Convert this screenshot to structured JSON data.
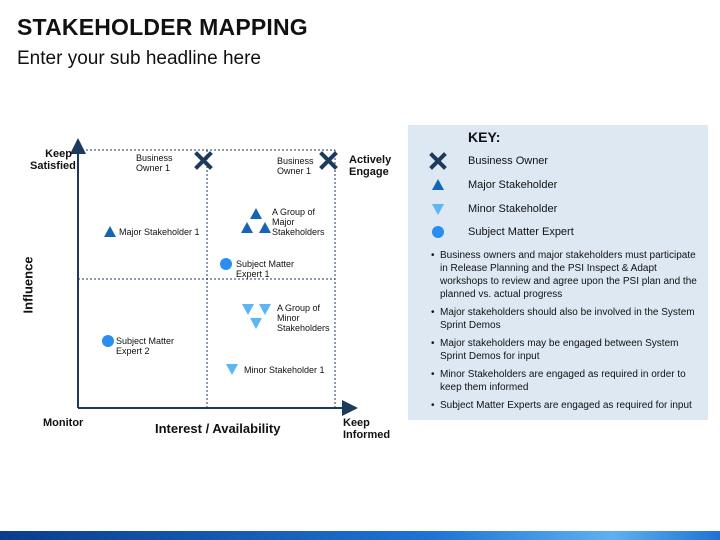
{
  "title": "STAKEHOLDER MAPPING",
  "subtitle": "Enter your sub headline here",
  "matrix": {
    "corner_top_left": "Keep\nSatisfied",
    "corner_top_right": "Actively\nEngage",
    "corner_bottom_left": "Monitor",
    "corner_bottom_right": "Keep\nInformed",
    "y_axis_label": "Influence",
    "x_axis_label": "Interest / Availability",
    "items": [
      {
        "label": "Business\nOwner 1",
        "type": "business-owner"
      },
      {
        "label": "Business\nOwner 1",
        "type": "business-owner"
      },
      {
        "label": "Major Stakeholder 1",
        "type": "major-stakeholder"
      },
      {
        "label": "A Group of\nMajor\nStakeholders",
        "type": "major-stakeholder-group"
      },
      {
        "label": "Subject Matter\nExpert 1",
        "type": "subject-matter-expert"
      },
      {
        "label": "A Group of\nMinor\nStakeholders",
        "type": "minor-stakeholder-group"
      },
      {
        "label": "Subject Matter\nExpert 2",
        "type": "subject-matter-expert"
      },
      {
        "label": "Minor Stakeholder 1",
        "type": "minor-stakeholder"
      }
    ]
  },
  "key": {
    "title": "KEY:",
    "entries": [
      {
        "label": "Business Owner",
        "icon": "x-cross-icon",
        "color": "#1b3a5c"
      },
      {
        "label": "Major Stakeholder",
        "icon": "triangle-up-icon",
        "color": "#1565b4"
      },
      {
        "label": "Minor Stakeholder",
        "icon": "triangle-down-icon",
        "color": "#5bb6f2"
      },
      {
        "label": "Subject Matter Expert",
        "icon": "circle-icon",
        "color": "#2a8ef0"
      }
    ],
    "bullets": [
      "Business owners and major stakeholders must participate in Release Planning and the PSI Inspect & Adapt workshops to review and agree upon the PSI plan and the planned vs. actual progress",
      "Major stakeholders should also be involved in the System Sprint Demos",
      "Major stakeholders may be engaged between System Sprint Demos for input",
      "Minor Stakeholders are engaged as required in order to keep them informed",
      "Subject Matter Experts are engaged as required for input"
    ]
  },
  "colors": {
    "business_owner": "#1b3a5c",
    "major": "#1565b4",
    "minor": "#5bb6f2",
    "sme": "#2a8ef0",
    "key_bg": "#dde8f3"
  }
}
